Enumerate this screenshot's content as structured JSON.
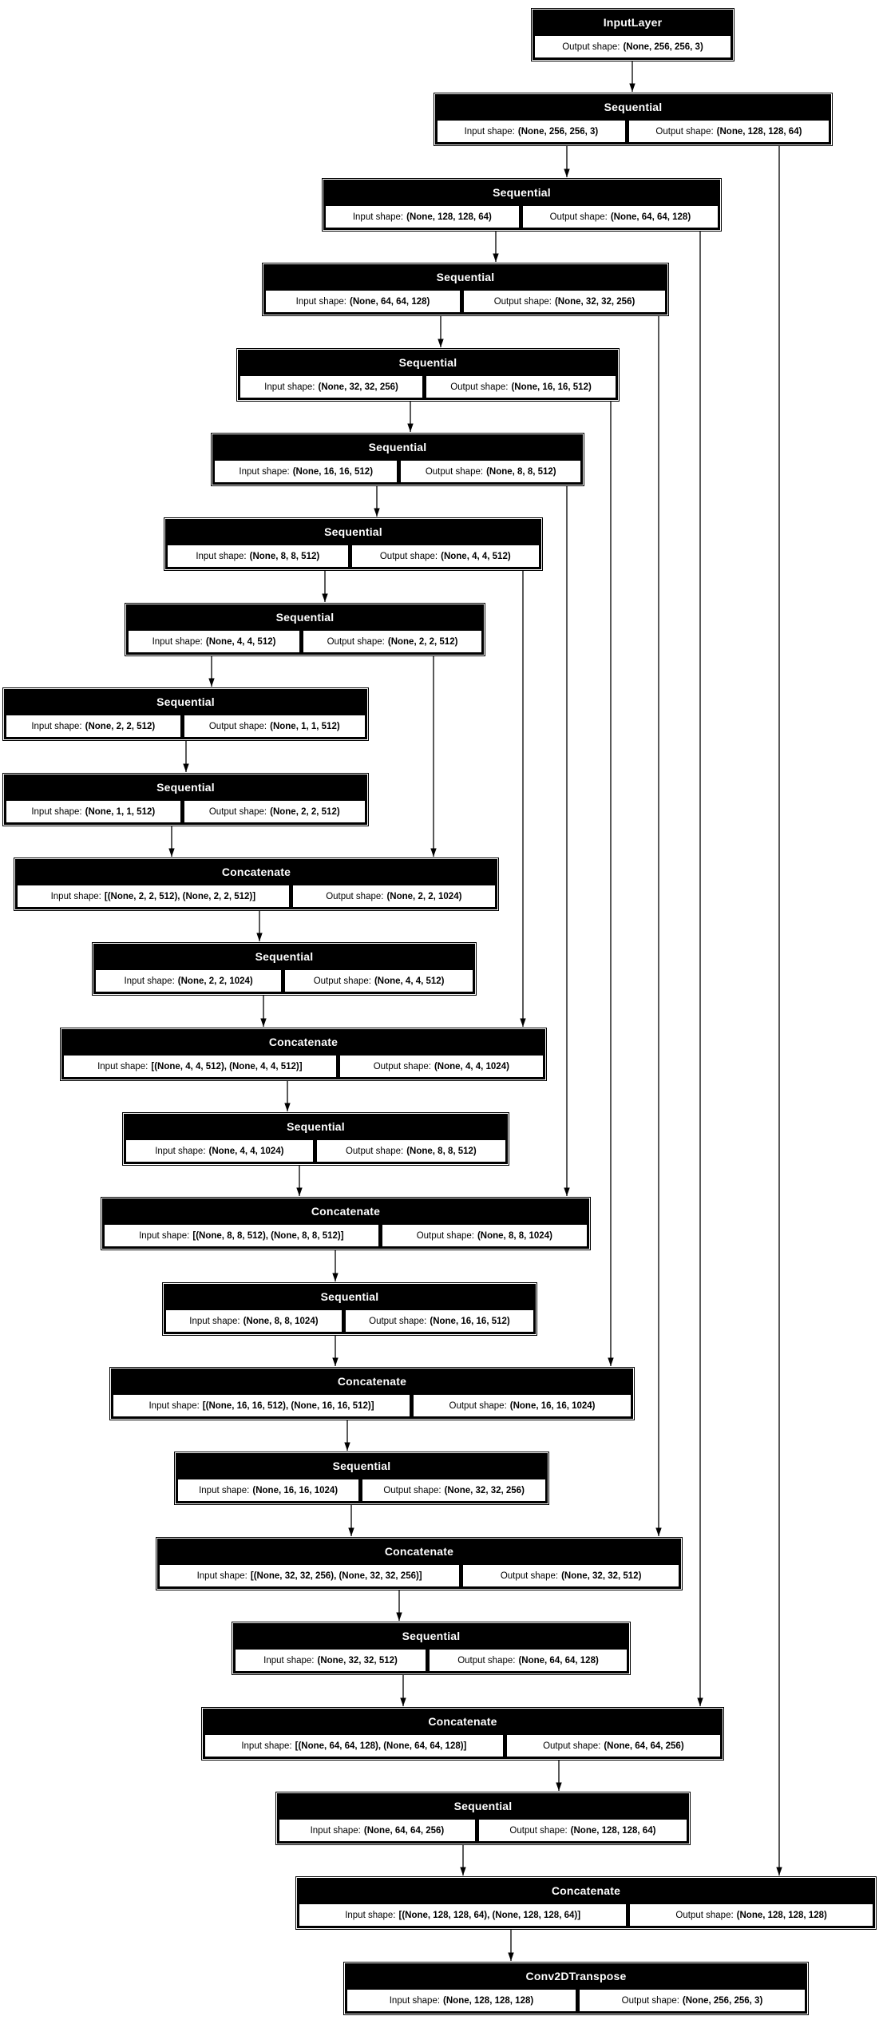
{
  "diagram": {
    "kind": "keras-model-plot",
    "colors": {
      "node_bg": "#000000",
      "node_title_text": "#ffffff",
      "cell_bg": "#ffffff",
      "cell_text": "#000000",
      "edge": "#000000",
      "page_bg": "#ffffff"
    },
    "nodes": [
      {
        "id": "n1",
        "title": "InputLayer",
        "fields": [
          {
            "label": "Output shape:",
            "value": "(None, 256, 256, 3)"
          }
        ]
      },
      {
        "id": "n2",
        "title": "Sequential",
        "fields": [
          {
            "label": "Input shape:",
            "value": "(None, 256, 256, 3)"
          },
          {
            "label": "Output shape:",
            "value": "(None, 128, 128, 64)"
          }
        ]
      },
      {
        "id": "n3",
        "title": "Sequential",
        "fields": [
          {
            "label": "Input shape:",
            "value": "(None, 128, 128, 64)"
          },
          {
            "label": "Output shape:",
            "value": "(None, 64, 64, 128)"
          }
        ]
      },
      {
        "id": "n4",
        "title": "Sequential",
        "fields": [
          {
            "label": "Input shape:",
            "value": "(None, 64, 64, 128)"
          },
          {
            "label": "Output shape:",
            "value": "(None, 32, 32, 256)"
          }
        ]
      },
      {
        "id": "n5",
        "title": "Sequential",
        "fields": [
          {
            "label": "Input shape:",
            "value": "(None, 32, 32, 256)"
          },
          {
            "label": "Output shape:",
            "value": "(None, 16, 16, 512)"
          }
        ]
      },
      {
        "id": "n6",
        "title": "Sequential",
        "fields": [
          {
            "label": "Input shape:",
            "value": "(None, 16, 16, 512)"
          },
          {
            "label": "Output shape:",
            "value": "(None, 8, 8, 512)"
          }
        ]
      },
      {
        "id": "n7",
        "title": "Sequential",
        "fields": [
          {
            "label": "Input shape:",
            "value": "(None, 8, 8, 512)"
          },
          {
            "label": "Output shape:",
            "value": "(None, 4, 4, 512)"
          }
        ]
      },
      {
        "id": "n8",
        "title": "Sequential",
        "fields": [
          {
            "label": "Input shape:",
            "value": "(None, 4, 4, 512)"
          },
          {
            "label": "Output shape:",
            "value": "(None, 2, 2, 512)"
          }
        ]
      },
      {
        "id": "n9",
        "title": "Sequential",
        "fields": [
          {
            "label": "Input shape:",
            "value": "(None, 2, 2, 512)"
          },
          {
            "label": "Output shape:",
            "value": "(None, 1, 1, 512)"
          }
        ]
      },
      {
        "id": "n10",
        "title": "Sequential",
        "fields": [
          {
            "label": "Input shape:",
            "value": "(None, 1, 1, 512)"
          },
          {
            "label": "Output shape:",
            "value": "(None, 2, 2, 512)"
          }
        ]
      },
      {
        "id": "n11",
        "title": "Concatenate",
        "fields": [
          {
            "label": "Input shape:",
            "value": "[(None, 2, 2, 512), (None, 2, 2, 512)]"
          },
          {
            "label": "Output shape:",
            "value": "(None, 2, 2, 1024)"
          }
        ]
      },
      {
        "id": "n12",
        "title": "Sequential",
        "fields": [
          {
            "label": "Input shape:",
            "value": "(None, 2, 2, 1024)"
          },
          {
            "label": "Output shape:",
            "value": "(None, 4, 4, 512)"
          }
        ]
      },
      {
        "id": "n13",
        "title": "Concatenate",
        "fields": [
          {
            "label": "Input shape:",
            "value": "[(None, 4, 4, 512), (None, 4, 4, 512)]"
          },
          {
            "label": "Output shape:",
            "value": "(None, 4, 4, 1024)"
          }
        ]
      },
      {
        "id": "n14",
        "title": "Sequential",
        "fields": [
          {
            "label": "Input shape:",
            "value": "(None, 4, 4, 1024)"
          },
          {
            "label": "Output shape:",
            "value": "(None, 8, 8, 512)"
          }
        ]
      },
      {
        "id": "n15",
        "title": "Concatenate",
        "fields": [
          {
            "label": "Input shape:",
            "value": "[(None, 8, 8, 512), (None, 8, 8, 512)]"
          },
          {
            "label": "Output shape:",
            "value": "(None, 8, 8, 1024)"
          }
        ]
      },
      {
        "id": "n16",
        "title": "Sequential",
        "fields": [
          {
            "label": "Input shape:",
            "value": "(None, 8, 8, 1024)"
          },
          {
            "label": "Output shape:",
            "value": "(None, 16, 16, 512)"
          }
        ]
      },
      {
        "id": "n17",
        "title": "Concatenate",
        "fields": [
          {
            "label": "Input shape:",
            "value": "[(None, 16, 16, 512), (None, 16, 16, 512)]"
          },
          {
            "label": "Output shape:",
            "value": "(None, 16, 16, 1024)"
          }
        ]
      },
      {
        "id": "n18",
        "title": "Sequential",
        "fields": [
          {
            "label": "Input shape:",
            "value": "(None, 16, 16, 1024)"
          },
          {
            "label": "Output shape:",
            "value": "(None, 32, 32, 256)"
          }
        ]
      },
      {
        "id": "n19",
        "title": "Concatenate",
        "fields": [
          {
            "label": "Input shape:",
            "value": "[(None, 32, 32, 256), (None, 32, 32, 256)]"
          },
          {
            "label": "Output shape:",
            "value": "(None, 32, 32, 512)"
          }
        ]
      },
      {
        "id": "n20",
        "title": "Sequential",
        "fields": [
          {
            "label": "Input shape:",
            "value": "(None, 32, 32, 512)"
          },
          {
            "label": "Output shape:",
            "value": "(None, 64, 64, 128)"
          }
        ]
      },
      {
        "id": "n21",
        "title": "Concatenate",
        "fields": [
          {
            "label": "Input shape:",
            "value": "[(None, 64, 64, 128), (None, 64, 64, 128)]"
          },
          {
            "label": "Output shape:",
            "value": "(None, 64, 64, 256)"
          }
        ]
      },
      {
        "id": "n22",
        "title": "Sequential",
        "fields": [
          {
            "label": "Input shape:",
            "value": "(None, 64, 64, 256)"
          },
          {
            "label": "Output shape:",
            "value": "(None, 128, 128, 64)"
          }
        ]
      },
      {
        "id": "n23",
        "title": "Concatenate",
        "fields": [
          {
            "label": "Input shape:",
            "value": "[(None, 128, 128, 64), (None, 128, 128, 64)]"
          },
          {
            "label": "Output shape:",
            "value": "(None, 128, 128, 128)"
          }
        ]
      },
      {
        "id": "n24",
        "title": "Conv2DTranspose",
        "fields": [
          {
            "label": "Input shape:",
            "value": "(None, 128, 128, 128)"
          },
          {
            "label": "Output shape:",
            "value": "(None, 256, 256, 3)"
          }
        ]
      }
    ],
    "edges": [
      [
        "n1",
        "n2"
      ],
      [
        "n2",
        "n3"
      ],
      [
        "n3",
        "n4"
      ],
      [
        "n4",
        "n5"
      ],
      [
        "n5",
        "n6"
      ],
      [
        "n6",
        "n7"
      ],
      [
        "n7",
        "n8"
      ],
      [
        "n8",
        "n9"
      ],
      [
        "n9",
        "n10"
      ],
      [
        "n10",
        "n11"
      ],
      [
        "n11",
        "n12"
      ],
      [
        "n12",
        "n13"
      ],
      [
        "n13",
        "n14"
      ],
      [
        "n14",
        "n15"
      ],
      [
        "n15",
        "n16"
      ],
      [
        "n16",
        "n17"
      ],
      [
        "n17",
        "n18"
      ],
      [
        "n18",
        "n19"
      ],
      [
        "n19",
        "n20"
      ],
      [
        "n20",
        "n21"
      ],
      [
        "n21",
        "n22"
      ],
      [
        "n22",
        "n23"
      ],
      [
        "n23",
        "n24"
      ],
      [
        "n8",
        "n11"
      ],
      [
        "n7",
        "n13"
      ],
      [
        "n6",
        "n15"
      ],
      [
        "n5",
        "n17"
      ],
      [
        "n4",
        "n19"
      ],
      [
        "n3",
        "n21"
      ],
      [
        "n2",
        "n23"
      ]
    ]
  }
}
